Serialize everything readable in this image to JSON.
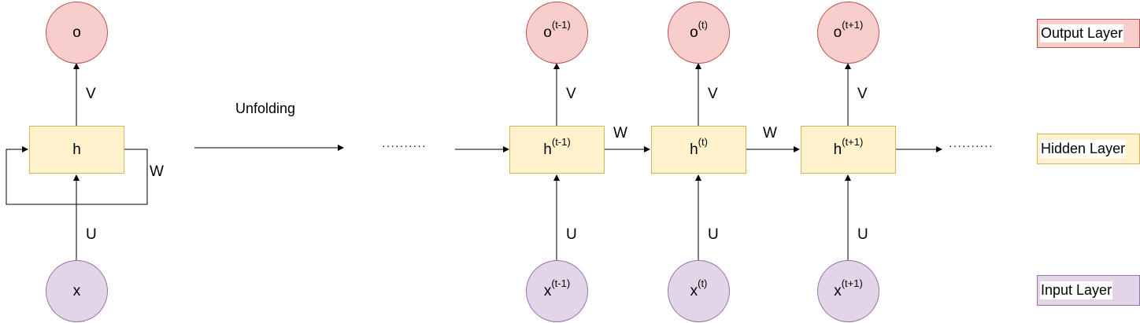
{
  "folded": {
    "output": "o",
    "hidden": "h",
    "input": "x",
    "weight_v": "V",
    "weight_u": "U",
    "weight_w": "W"
  },
  "unfolding_label": "Unfolding",
  "ellipsis": "··········",
  "steps": [
    {
      "output": "o",
      "output_sup": "(t-1)",
      "hidden": "h",
      "hidden_sup": "(t-1)",
      "input": "x",
      "input_sup": "(t-1)",
      "v": "V",
      "u": "U"
    },
    {
      "output": "o",
      "output_sup": "(t)",
      "hidden": "h",
      "hidden_sup": "(t)",
      "input": "x",
      "input_sup": "(t)",
      "v": "V",
      "u": "U"
    },
    {
      "output": "o",
      "output_sup": "(t+1)",
      "hidden": "h",
      "hidden_sup": "(t+1)",
      "input": "x",
      "input_sup": "(t+1)",
      "v": "V",
      "u": "U"
    }
  ],
  "recurrent_weights": [
    "W",
    "W"
  ],
  "legend": {
    "output": "Output Layer",
    "hidden": "Hidden Layer",
    "input": "Input Layer"
  },
  "colors": {
    "output_fill": "#f8cecc",
    "hidden_fill": "#fff2cc",
    "input_fill": "#e1d5e7"
  }
}
